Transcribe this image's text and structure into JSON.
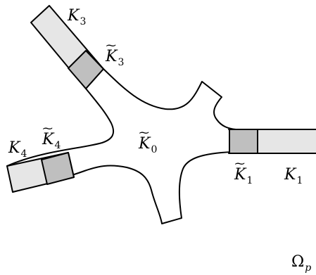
{
  "diagram": {
    "domain_label": {
      "symbol": "Ω",
      "subscript": "p"
    },
    "center_region": {
      "symbol": "K",
      "subscript": "0",
      "tilde": true
    },
    "arms": [
      {
        "id": "arm-1",
        "outer_label": {
          "symbol": "K",
          "subscript": "1"
        },
        "inner_label": {
          "symbol": "K",
          "subscript": "1",
          "tilde": true
        }
      },
      {
        "id": "arm-3",
        "outer_label": {
          "symbol": "K",
          "subscript": "3"
        },
        "inner_label": {
          "symbol": "K",
          "subscript": "3",
          "tilde": true
        }
      },
      {
        "id": "arm-4",
        "outer_label": {
          "symbol": "K",
          "subscript": "4"
        },
        "inner_label": {
          "symbol": "K",
          "subscript": "4",
          "tilde": true
        }
      }
    ],
    "colors": {
      "outline": "#000000",
      "channel_fill": "#e6e6e6",
      "overlap_fill": "#bfbfbf",
      "background": "#ffffff"
    }
  }
}
